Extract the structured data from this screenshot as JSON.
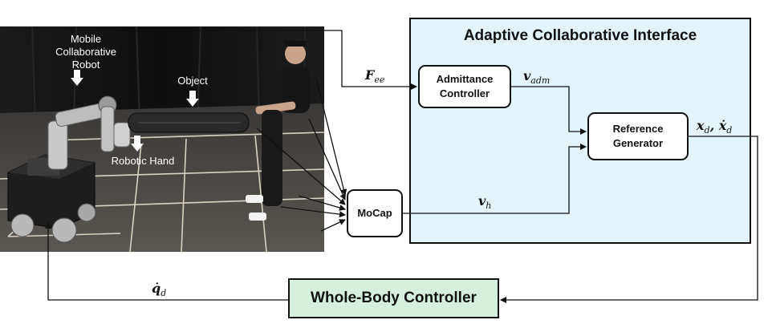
{
  "photo": {
    "label_robot": "Mobile\nCollaborative\nRobot",
    "label_object": "Object",
    "label_hand": "Robotic Hand"
  },
  "interface": {
    "title": "Adaptive Collaborative Interface",
    "admittance": "Admittance\nController",
    "reference": "Reference\nGenerator",
    "background": "#e3f4fc"
  },
  "mocap": "MoCap",
  "whole_body": {
    "label": "Whole-Body Controller",
    "background": "#d6f0de"
  },
  "signals": {
    "force": {
      "base": "F",
      "sub": "ee"
    },
    "v_adm": {
      "base": "v",
      "sub": "adm"
    },
    "v_h": {
      "base": "v",
      "sub": "h"
    },
    "x_d": "x",
    "x_d_sub": "d",
    "x_d_sep": ", ",
    "xdot_d": "ẋ",
    "xdot_d_sub": "d",
    "qdot_d": "q̇",
    "qdot_d_sub": "d"
  }
}
